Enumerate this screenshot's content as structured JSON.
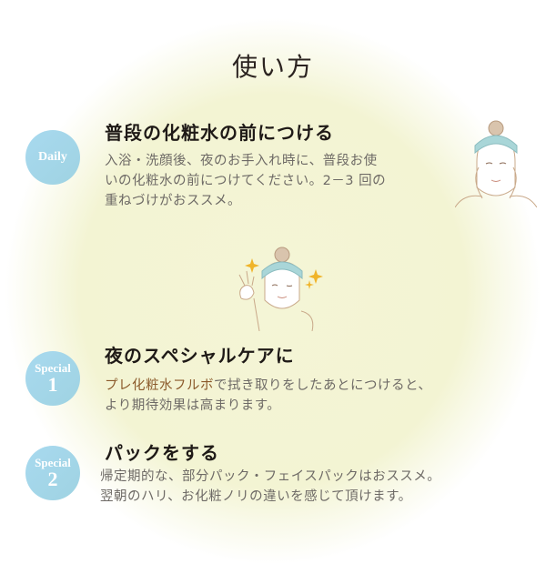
{
  "title": "使い方",
  "sections": [
    {
      "badge": {
        "line1": "Daily",
        "line2": ""
      },
      "heading": "普段の化粧水の前につける",
      "body_lines": [
        "入浴・洗顔後、夜のお手入れ時に、普段お使",
        "いの化粧水の前につけてください。2－3 回の",
        "重ねづけがおススメ。"
      ]
    },
    {
      "badge": {
        "line1": "Special",
        "line2": "1"
      },
      "heading": "夜のスペシャルケアに",
      "body_link": "プレ化粧水フルボ",
      "body_line1_rest": "で拭き取りをしたあとにつけると、",
      "body_line2": "より期待効果は高まります。"
    },
    {
      "badge": {
        "line1": "Special",
        "line2": "2"
      },
      "heading": "パックをする",
      "body_lines": [
        "帰定期的な、部分パック・フェイスパックはおススメ。",
        "翌朝のハリ、お化粧ノリの違いを感じて頂けます。"
      ]
    }
  ],
  "illustrations": [
    {
      "name": "woman-applying-lotion",
      "alt": "woman with headband pressing hands to cheeks"
    },
    {
      "name": "woman-ok-sign",
      "alt": "woman winking with OK sign and sparkles"
    }
  ],
  "colors": {
    "badge": "#a8d9ef",
    "background_glow": "#f3f4d3",
    "heading": "#1f1a17",
    "body": "#6e6a66",
    "link": "#8b5a2b",
    "headband": "#9fd0d4",
    "sparkle": "#f0b429"
  }
}
